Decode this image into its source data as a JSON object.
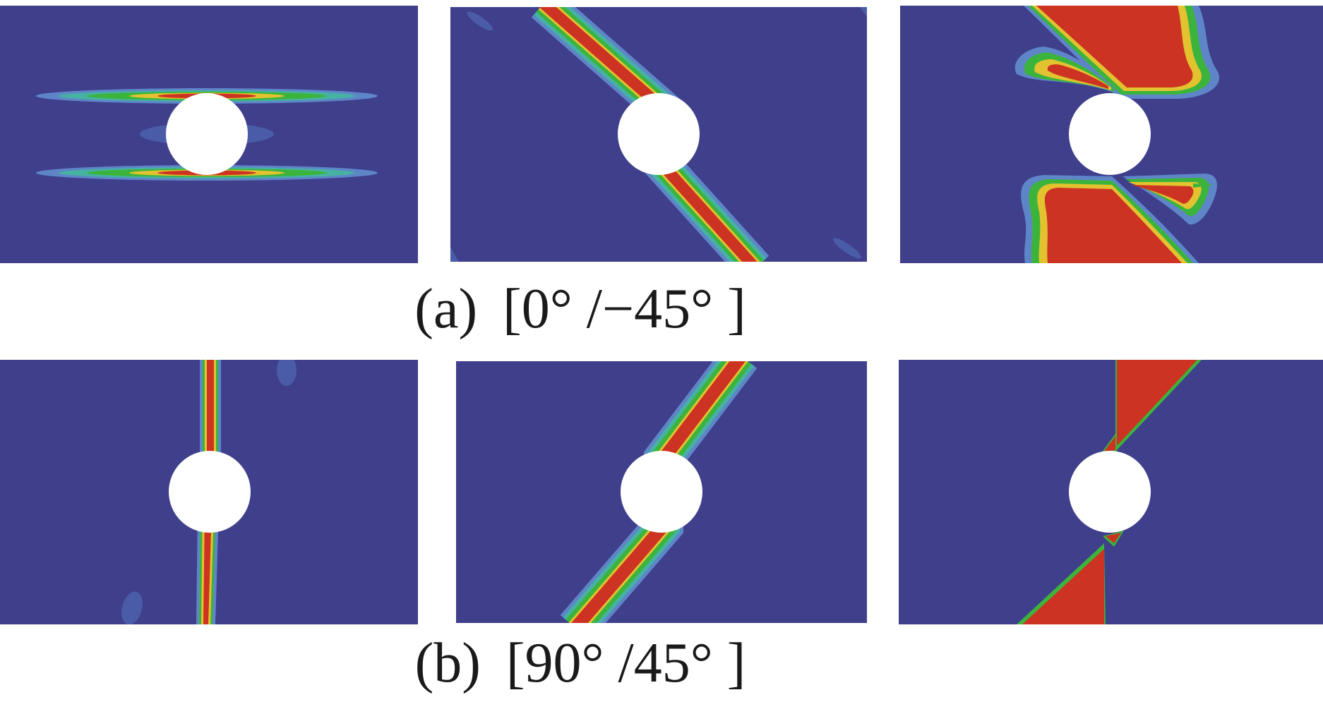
{
  "figure": {
    "colors": {
      "background": "#3F3F8B",
      "red": "#CC3322",
      "orange": "#E2641F",
      "yellow": "#E3C230",
      "green": "#3CB43C",
      "teal": "#45B2A2",
      "lightblue": "#5F85C9",
      "hole": "#FFFFFF"
    },
    "rows": [
      {
        "caption_tag": "(a)",
        "caption_layup": "[0° /−45° ]"
      },
      {
        "caption_tag": "(b)",
        "caption_layup": "[90° /45° ]"
      }
    ]
  }
}
